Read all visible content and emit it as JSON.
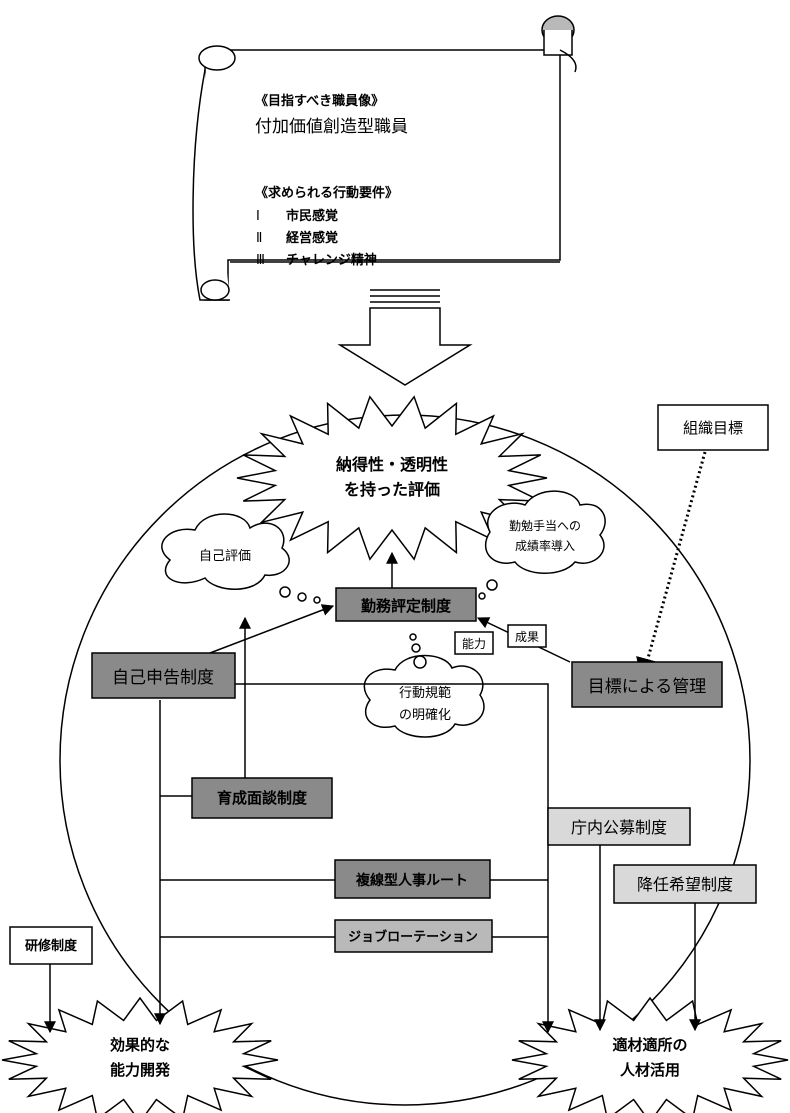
{
  "scroll": {
    "heading1": "《目指すべき職員像》",
    "ideal": "付加価値創造型職員",
    "heading2": "《求められる行動要件》",
    "requirements": [
      {
        "num": "Ⅰ",
        "text": "市民感覚"
      },
      {
        "num": "Ⅱ",
        "text": "経営感覚"
      },
      {
        "num": "Ⅲ",
        "text": "チャレンジ精神"
      }
    ]
  },
  "star_top": [
    "納得性・透明性",
    "を持った評価"
  ],
  "star_left": [
    "効果的な",
    "能力開発"
  ],
  "star_right": [
    "適材適所の",
    "人材活用"
  ],
  "org_goal": "組織目標",
  "cloud_self_eval": "自己評価",
  "cloud_bonus": [
    "勤勉手当への",
    "成績率導入"
  ],
  "cloud_behavior": [
    "行動規範",
    "の明確化"
  ],
  "box_kinmu": "勤務評定制度",
  "box_jiko": "自己申告制度",
  "box_mokuhyo": "目標による管理",
  "box_ikusei": "育成面談制度",
  "box_chonai": "庁内公募制度",
  "box_kounin": "降任希望制度",
  "box_fukusen": "複線型人事ルート",
  "box_job": "ジョブローテーション",
  "box_kenshu": "研修制度",
  "label_noryoku": "能力",
  "label_seika": "成果"
}
